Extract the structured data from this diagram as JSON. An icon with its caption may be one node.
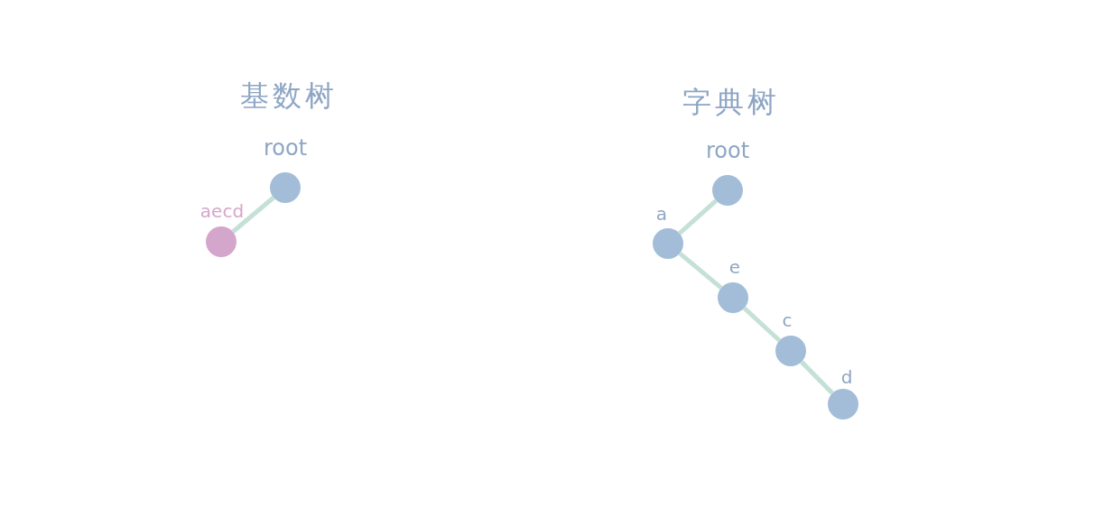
{
  "diagram": {
    "nodes": [
      {
        "text": [],
        "shape": "circle",
        "beside": [
          "root"
        ]
      },
      {
        "text": [],
        "shape": "circle",
        "beside": [
          "aecd"
        ]
      },
      {
        "text": [],
        "shape": "circle",
        "beside": [
          "root"
        ]
      },
      {
        "text": [],
        "shape": "circle",
        "beside": [
          "a"
        ]
      },
      {
        "text": [],
        "shape": "circle",
        "beside": [
          "e"
        ]
      },
      {
        "text": [],
        "shape": "circle",
        "beside": [
          "c"
        ]
      },
      {
        "text": [],
        "shape": "circle",
        "beside": [
          "d"
        ]
      }
    ],
    "edges": [
      {
        "from": 0,
        "to": 1,
        "arrow": "none"
      },
      {
        "from": 2,
        "to": 3,
        "arrow": "none"
      },
      {
        "from": 3,
        "to": 4,
        "arrow": "none"
      },
      {
        "from": 4,
        "to": 5,
        "arrow": "none"
      },
      {
        "from": 5,
        "to": 6,
        "arrow": "none"
      }
    ],
    "labels": [
      "基数树",
      "字典树"
    ]
  }
}
